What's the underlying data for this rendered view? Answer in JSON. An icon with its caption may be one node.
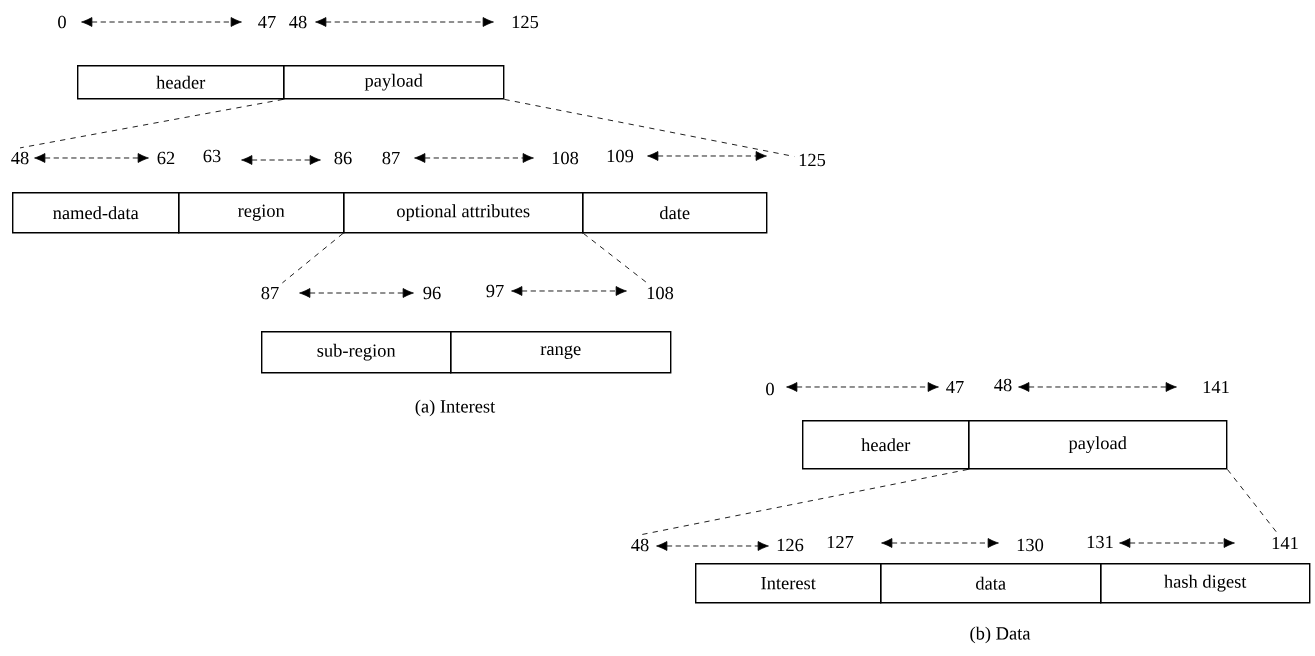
{
  "diagram": {
    "nodes": [
      {
        "text": [
          "header"
        ]
      },
      {
        "text": [
          "payload"
        ]
      },
      {
        "text": [
          "48"
        ]
      },
      {
        "text": [
          "125"
        ]
      },
      {
        "text": [
          "named-data"
        ]
      },
      {
        "text": [
          "region"
        ]
      },
      {
        "text": [
          "optional attributes"
        ]
      },
      {
        "text": [
          "date"
        ]
      },
      {
        "text": [
          "87"
        ]
      },
      {
        "text": [
          "108"
        ]
      },
      {
        "text": [
          "sub-region"
        ]
      },
      {
        "text": [
          "range"
        ]
      },
      {
        "text": [
          "header"
        ]
      },
      {
        "text": [
          "payload"
        ]
      },
      {
        "text": [
          "48"
        ]
      },
      {
        "text": [
          "141"
        ]
      },
      {
        "text": [
          "Interest"
        ]
      },
      {
        "text": [
          "data"
        ]
      },
      {
        "text": [
          "hash digest"
        ]
      }
    ],
    "edges": [
      {
        "from": 1,
        "to": 2,
        "arrow": "none",
        "style": "dashed"
      },
      {
        "from": 1,
        "to": 3,
        "arrow": "none",
        "style": "dashed"
      },
      {
        "from": 6,
        "to": 8,
        "arrow": "none",
        "style": "dashed"
      },
      {
        "from": 6,
        "to": 9,
        "arrow": "none",
        "style": "dashed"
      },
      {
        "from": 13,
        "to": 14,
        "arrow": "none",
        "style": "dashed"
      },
      {
        "from": 13,
        "to": 15,
        "arrow": "none",
        "style": "dashed"
      }
    ],
    "labels": [
      "0",
      "47",
      "48",
      "125",
      "62",
      "63",
      "86",
      "87",
      "108",
      "109",
      "96",
      "97",
      "(a)  Interest",
      "0",
      "47",
      "48",
      "141",
      "126",
      "127",
      "130",
      "131",
      "(b) Data"
    ]
  }
}
